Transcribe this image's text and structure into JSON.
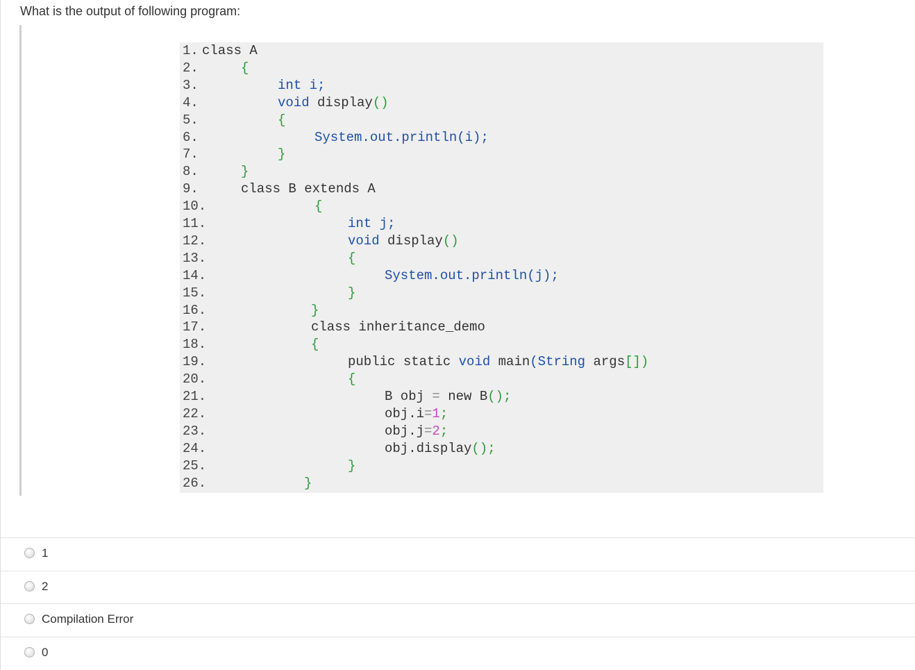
{
  "question": {
    "text": "What is the output of following program:"
  },
  "code_lines": [
    {
      "num": "1.",
      "indent": 28,
      "tokens": [
        {
          "t": "class A",
          "c": "plain"
        }
      ]
    },
    {
      "num": "2.",
      "indent": 84,
      "tokens": [
        {
          "t": "{",
          "c": "brace"
        }
      ]
    },
    {
      "num": "3.",
      "indent": 137,
      "tokens": [
        {
          "t": "int",
          "c": "kw"
        },
        {
          "t": " i;",
          "c": "kw"
        }
      ]
    },
    {
      "num": "4.",
      "indent": 137,
      "tokens": [
        {
          "t": "void",
          "c": "kw"
        },
        {
          "t": " display",
          "c": "plain"
        },
        {
          "t": "()",
          "c": "brace"
        }
      ]
    },
    {
      "num": "5.",
      "indent": 137,
      "tokens": [
        {
          "t": "{",
          "c": "brace"
        }
      ]
    },
    {
      "num": "6.",
      "indent": 190,
      "tokens": [
        {
          "t": "System",
          "c": "kw"
        },
        {
          "t": ".out.println",
          "c": "kw"
        },
        {
          "t": "(i);",
          "c": "kw"
        }
      ]
    },
    {
      "num": "7.",
      "indent": 137,
      "tokens": [
        {
          "t": "}",
          "c": "brace"
        }
      ]
    },
    {
      "num": "8.",
      "indent": 84,
      "tokens": [
        {
          "t": "}",
          "c": "brace"
        }
      ]
    },
    {
      "num": "9.",
      "indent": 84,
      "tokens": [
        {
          "t": "class B extends A",
          "c": "plain"
        }
      ]
    },
    {
      "num": "10.",
      "indent": 190,
      "tokens": [
        {
          "t": "{",
          "c": "brace"
        }
      ]
    },
    {
      "num": "11.",
      "indent": 238,
      "tokens": [
        {
          "t": "int",
          "c": "kw"
        },
        {
          "t": " j;",
          "c": "kw"
        }
      ]
    },
    {
      "num": "12.",
      "indent": 238,
      "tokens": [
        {
          "t": "void",
          "c": "kw"
        },
        {
          "t": " display",
          "c": "plain"
        },
        {
          "t": "()",
          "c": "brace"
        }
      ]
    },
    {
      "num": "13.",
      "indent": 238,
      "tokens": [
        {
          "t": "{",
          "c": "brace"
        }
      ]
    },
    {
      "num": "14.",
      "indent": 291,
      "tokens": [
        {
          "t": "System",
          "c": "kw"
        },
        {
          "t": ".out.println",
          "c": "kw"
        },
        {
          "t": "(j);",
          "c": "kw"
        }
      ]
    },
    {
      "num": "15.",
      "indent": 238,
      "tokens": [
        {
          "t": "}",
          "c": "brace"
        }
      ]
    },
    {
      "num": "16.",
      "indent": 185,
      "tokens": [
        {
          "t": "}",
          "c": "brace"
        }
      ]
    },
    {
      "num": "17.",
      "indent": 185,
      "tokens": [
        {
          "t": "class inheritance_demo",
          "c": "plain"
        }
      ]
    },
    {
      "num": "18.",
      "indent": 185,
      "tokens": [
        {
          "t": "{",
          "c": "brace"
        }
      ]
    },
    {
      "num": "19.",
      "indent": 238,
      "tokens": [
        {
          "t": "public static ",
          "c": "plain"
        },
        {
          "t": "void",
          "c": "kw"
        },
        {
          "t": " main",
          "c": "plain"
        },
        {
          "t": "(String",
          "c": "kw"
        },
        {
          "t": " args",
          "c": "plain"
        },
        {
          "t": "[])",
          "c": "brace"
        }
      ]
    },
    {
      "num": "20.",
      "indent": 238,
      "tokens": [
        {
          "t": "{",
          "c": "brace"
        }
      ]
    },
    {
      "num": "21.",
      "indent": 291,
      "tokens": [
        {
          "t": "B obj ",
          "c": "plain"
        },
        {
          "t": "=",
          "c": "op"
        },
        {
          "t": " new B",
          "c": "plain"
        },
        {
          "t": "();",
          "c": "brace"
        }
      ]
    },
    {
      "num": "22.",
      "indent": 291,
      "tokens": [
        {
          "t": "obj.i",
          "c": "plain"
        },
        {
          "t": "=",
          "c": "op"
        },
        {
          "t": "1",
          "c": "num"
        },
        {
          "t": ";",
          "c": "brace"
        }
      ]
    },
    {
      "num": "23.",
      "indent": 291,
      "tokens": [
        {
          "t": "obj.j",
          "c": "plain"
        },
        {
          "t": "=",
          "c": "op"
        },
        {
          "t": "2",
          "c": "num"
        },
        {
          "t": ";",
          "c": "brace"
        }
      ]
    },
    {
      "num": "24.",
      "indent": 291,
      "tokens": [
        {
          "t": "obj.display",
          "c": "plain"
        },
        {
          "t": "();",
          "c": "brace"
        }
      ]
    },
    {
      "num": "25.",
      "indent": 238,
      "tokens": [
        {
          "t": "}",
          "c": "brace"
        }
      ]
    },
    {
      "num": "26.",
      "indent": 175,
      "tokens": [
        {
          "t": "}",
          "c": "brace"
        }
      ]
    }
  ],
  "options": [
    {
      "label": "1"
    },
    {
      "label": "2"
    },
    {
      "label": "Compilation Error"
    },
    {
      "label": "0"
    }
  ],
  "colors": {
    "keyword": "#1e4fa8",
    "brace": "#2e9a3b",
    "number": "#c04bbf",
    "operator": "#888888",
    "plain": "#333333",
    "code_background": "#efefef"
  }
}
